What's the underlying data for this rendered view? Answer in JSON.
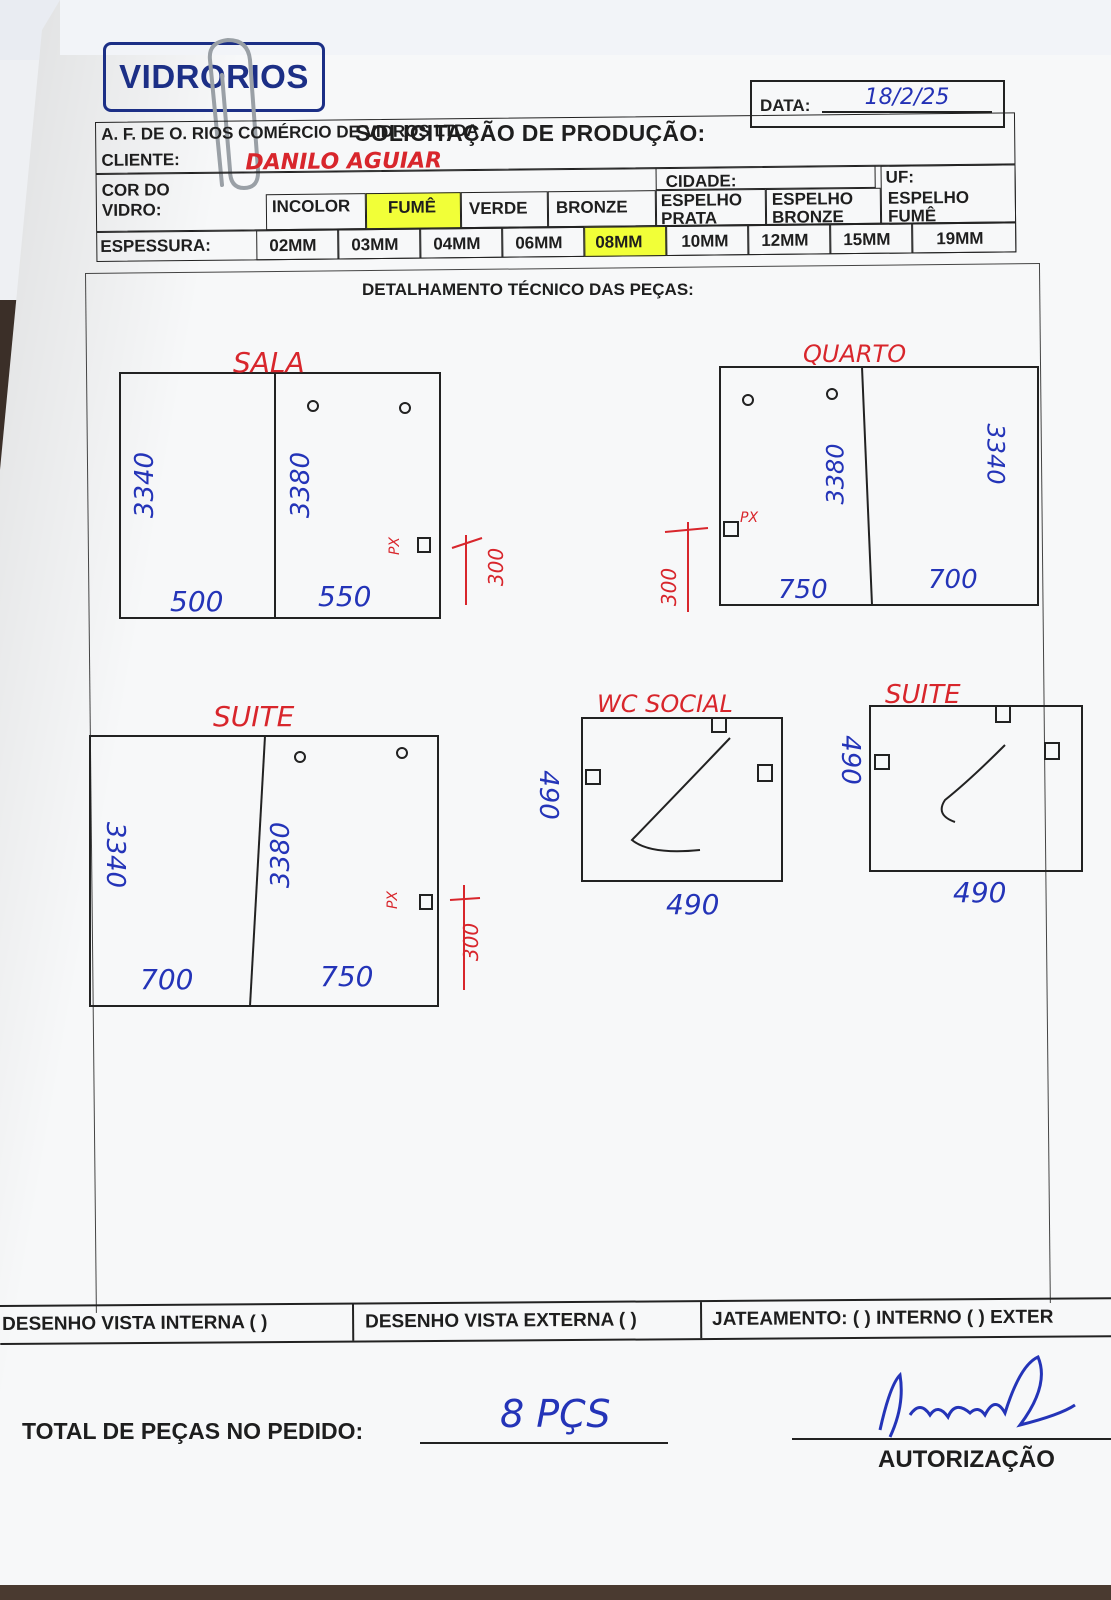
{
  "company": {
    "logo_text": "VIDRORIOS",
    "legal_name": "A. F. DE O. RIOS COMÉRCIO DE VIDROS LTDA"
  },
  "form": {
    "title": "SOLICITAÇÃO DE PRODUÇÃO:",
    "date_label": "DATA:",
    "date_value": "18/2/25",
    "client_label": "CLIENTE:",
    "client_value": "DANILO AGUIAR",
    "city_label": "CIDADE:",
    "uf_label": "UF:",
    "glass_color_label_1": "COR DO",
    "glass_color_label_2": "VIDRO:",
    "glass_colors": [
      "INCOLOR",
      "FUMÊ",
      "VERDE",
      "BRONZE",
      "ESPELHO PRATA",
      "ESPELHO BRONZE",
      "ESPELHO FUMÊ"
    ],
    "selected_color": "FUMÊ",
    "thickness_label": "ESPESSURA:",
    "thicknesses": [
      "02MM",
      "03MM",
      "04MM",
      "06MM",
      "08MM",
      "10MM",
      "12MM",
      "15MM",
      "19MM"
    ],
    "selected_thickness": "08MM",
    "section_title": "DETALHAMENTO TÉCNICO DAS PEÇAS:"
  },
  "drawings": [
    {
      "room": "SALA",
      "height_total": "3340",
      "height_panel": "3380",
      "widths": [
        "500",
        "550"
      ],
      "handle_height": "300",
      "handle_note": "PX"
    },
    {
      "room": "QUARTO",
      "height_total": "3340",
      "height_panel": "3380",
      "widths": [
        "750",
        "700"
      ],
      "handle_height": "300",
      "handle_note": "PX"
    },
    {
      "room": "SUITE",
      "height_total": "3340",
      "height_panel": "3380",
      "widths": [
        "700",
        "750"
      ],
      "handle_height": "300",
      "handle_note": "PX"
    },
    {
      "room": "WC SOCIAL",
      "height": "490",
      "width": "490"
    },
    {
      "room": "SUITE",
      "height": "490",
      "width": "490"
    }
  ],
  "footer": {
    "internal_view": "DESENHO VISTA INTERNA (  )",
    "external_view": "DESENHO VISTA EXTERNA (  )",
    "sandblasting": "JATEAMENTO: (  ) INTERNO (  ) EXTER"
  },
  "totals": {
    "label": "TOTAL DE PEÇAS NO PEDIDO:",
    "value": "8 PÇS",
    "authorization_label": "AUTORIZAÇÃO"
  },
  "colors": {
    "ink_red": "#d8262c",
    "ink_blue": "#2434b8",
    "highlight": "#f1ff38",
    "logo_blue": "#1c2f86"
  }
}
